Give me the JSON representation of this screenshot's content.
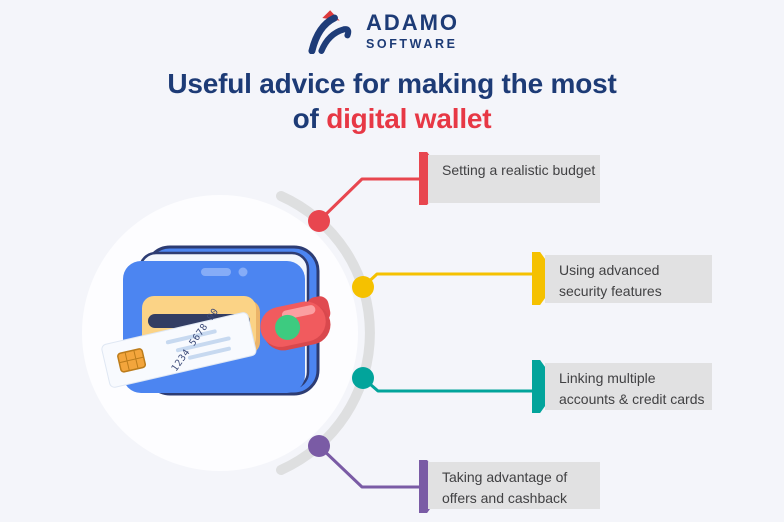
{
  "logo": {
    "brand_top": "ADAMO",
    "brand_bottom": "SOFTWARE",
    "text_color": "#1D3B76",
    "mark_navy": "#1E3C78",
    "mark_red": "#DC3A3C"
  },
  "title": {
    "line1": "Useful advice for making the most",
    "line2_prefix": "of ",
    "line2_highlight": "digital wallet",
    "color": "#1D3B76",
    "highlight_color": "#E73845"
  },
  "illustration": {
    "name": "digital-wallet-with-card",
    "card_number": "1234 5678 90",
    "colors": {
      "wallet_blue": "#4C85F1",
      "wallet_outline": "#2D3C73",
      "pocket_yellow": "#FBD386",
      "clasp_red": "#F15B5E",
      "button_green": "#3DCB80",
      "card_white": "#F8FAFE"
    },
    "backdrop_circle": "#FDFDFF"
  },
  "timeline": {
    "arc_color": "#DEDFE0",
    "box_bg": "#E1E1E2",
    "text_color": "#414143",
    "items": [
      {
        "label": "Setting a realistic budget",
        "color": "#E8464F"
      },
      {
        "label": "Using advanced security features",
        "color": "#F5C100"
      },
      {
        "label": "Linking multiple accounts & credit cards",
        "color": "#02A49B"
      },
      {
        "label": "Taking advantage of offers and cashback",
        "color": "#7A5BA5"
      }
    ]
  }
}
